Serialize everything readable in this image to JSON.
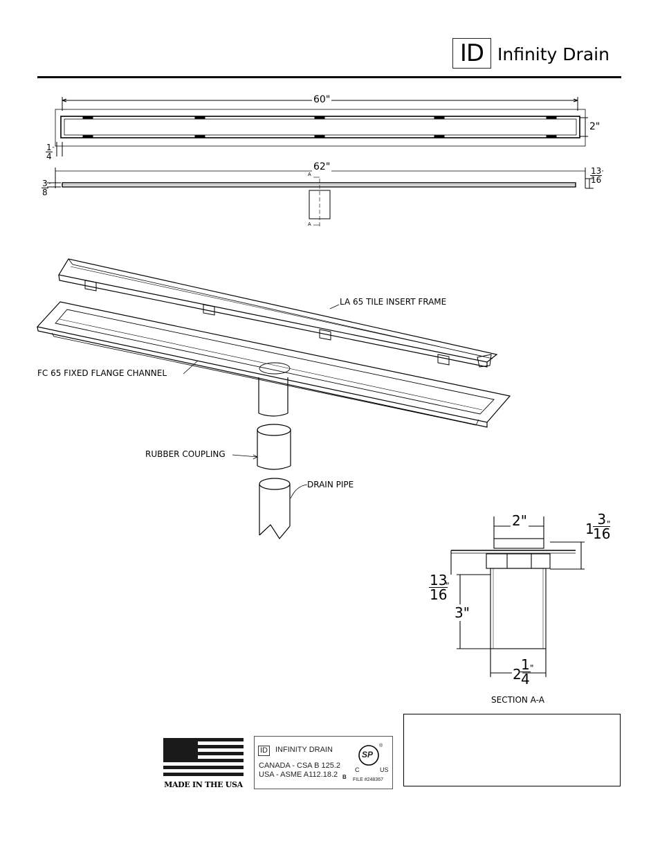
{
  "header": {
    "logo_mark": "ID",
    "brand": "Infinity Drain"
  },
  "top_view": {
    "length_label": "60\"",
    "width_label": "2\"",
    "edge_whole": "1",
    "edge_num": "\"",
    "edge_den": "4"
  },
  "side_view": {
    "length_label": "62\"",
    "height_num": "13",
    "height_unit": "\"",
    "height_den": "16",
    "flange_num": "3",
    "flange_unit": "\"",
    "flange_den": "8",
    "section_marker_top": "A",
    "section_marker_bottom": "A"
  },
  "callouts": {
    "frame": "LA 65 TILE INSERT FRAME",
    "channel": "FC 65 FIXED FLANGE CHANNEL",
    "coupling": "RUBBER COUPLING",
    "pipe": "DRAIN PIPE"
  },
  "section": {
    "title": "SECTION A-A",
    "top_width": "2\"",
    "overall_whole": "1",
    "overall_num": "3",
    "overall_den": "16",
    "overall_unit": "\"",
    "body_num": "13",
    "body_den": "16",
    "body_unit": "\"",
    "outlet_height": "3\"",
    "outlet_whole": "2",
    "outlet_num": "1",
    "outlet_den": "4",
    "outlet_unit": "\""
  },
  "badges": {
    "made_in": "MADE IN THE USA",
    "cert_brand": "INFINITY DRAIN",
    "cert_logo": "ID",
    "canada": "CANADA - CSA B 125.2",
    "usa": "USA - ASME A112.18.2",
    "grade": "B",
    "csa_mark": "SP",
    "csa_c": "C",
    "csa_us": "US",
    "registered": "®",
    "file_no": "FILE #248367"
  },
  "colors": {
    "line": "#000000",
    "flag_stripe": "#1a1a1a",
    "flag_canton": "#1a1a1a"
  }
}
